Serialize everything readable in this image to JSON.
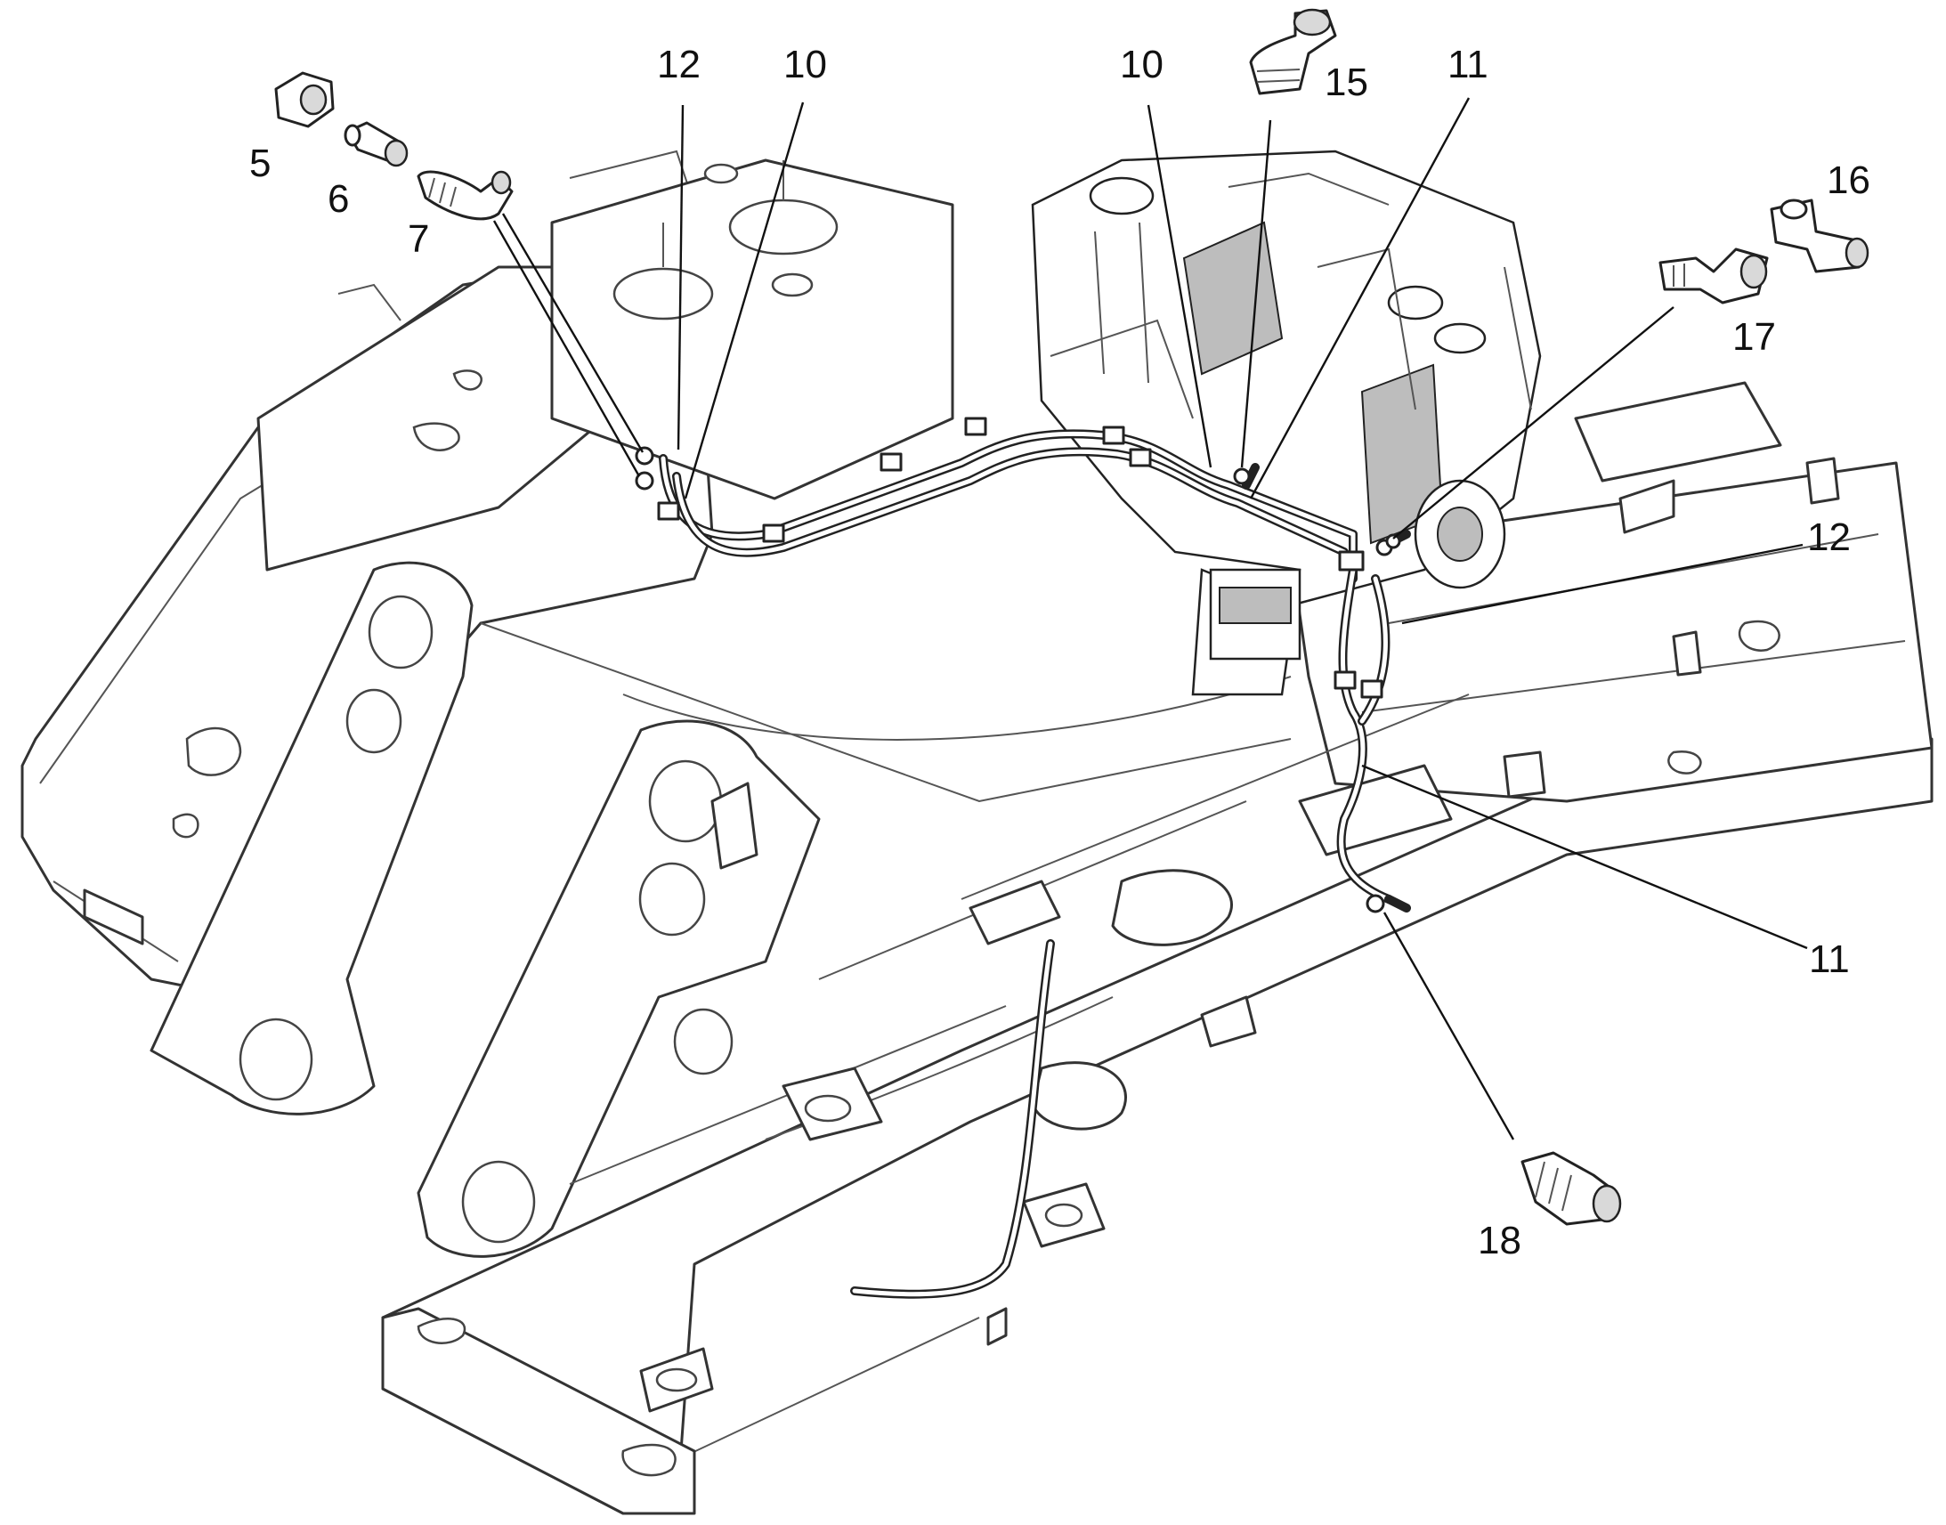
{
  "callouts": {
    "c5": "5",
    "c6": "6",
    "c7": "7",
    "c10a": "10",
    "c10b": "10",
    "c11a": "11",
    "c11b": "11",
    "c12a": "12",
    "c12b": "12",
    "c15": "15",
    "c16": "16",
    "c17": "17",
    "c18": "18"
  },
  "colors": {
    "line": "#222222",
    "background": "#ffffff",
    "shade": "#d9d9d9"
  }
}
